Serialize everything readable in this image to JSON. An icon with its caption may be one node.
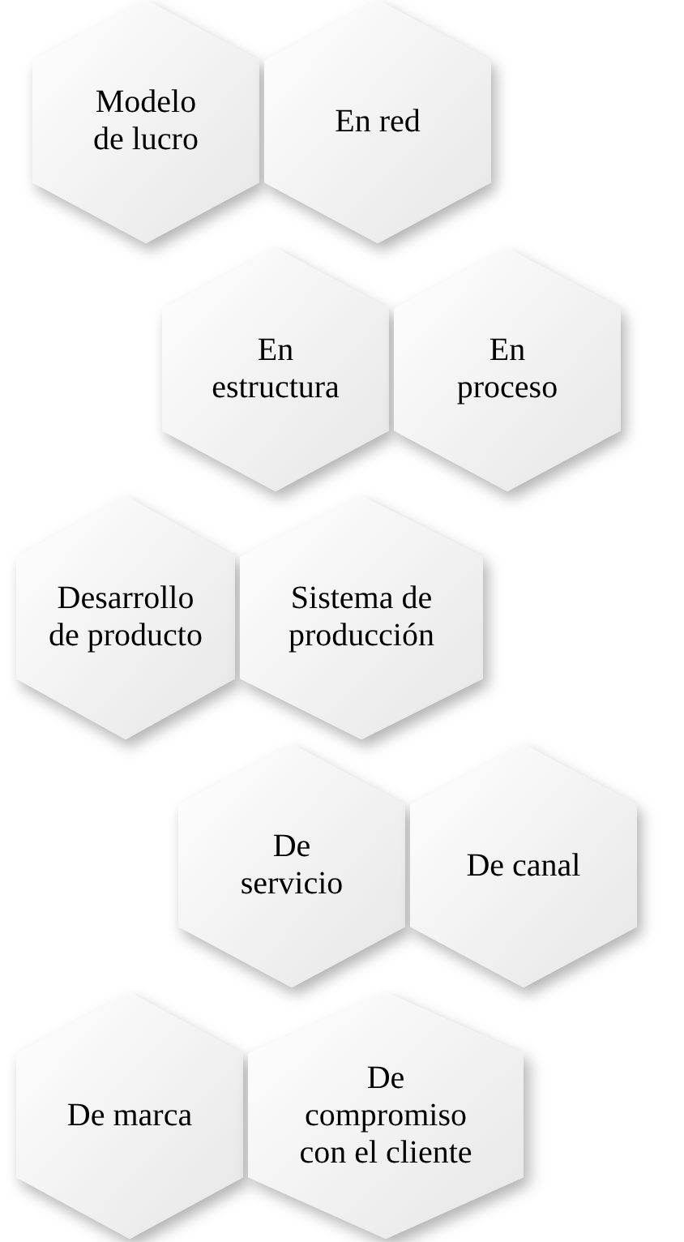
{
  "diagram": {
    "nodes": [
      {
        "text": [
          "Modelo de lucro"
        ]
      },
      {
        "text": [
          "En red"
        ]
      },
      {
        "text": [
          "En estructura"
        ]
      },
      {
        "text": [
          "En proceso"
        ]
      },
      {
        "text": [
          "Desarrollo de producto"
        ]
      },
      {
        "text": [
          "Sistema de producción"
        ]
      },
      {
        "text": [
          "De servicio"
        ]
      },
      {
        "text": [
          "De canal"
        ]
      },
      {
        "text": [
          "De marca"
        ]
      },
      {
        "text": [
          "De compromiso con el cliente"
        ]
      }
    ]
  }
}
